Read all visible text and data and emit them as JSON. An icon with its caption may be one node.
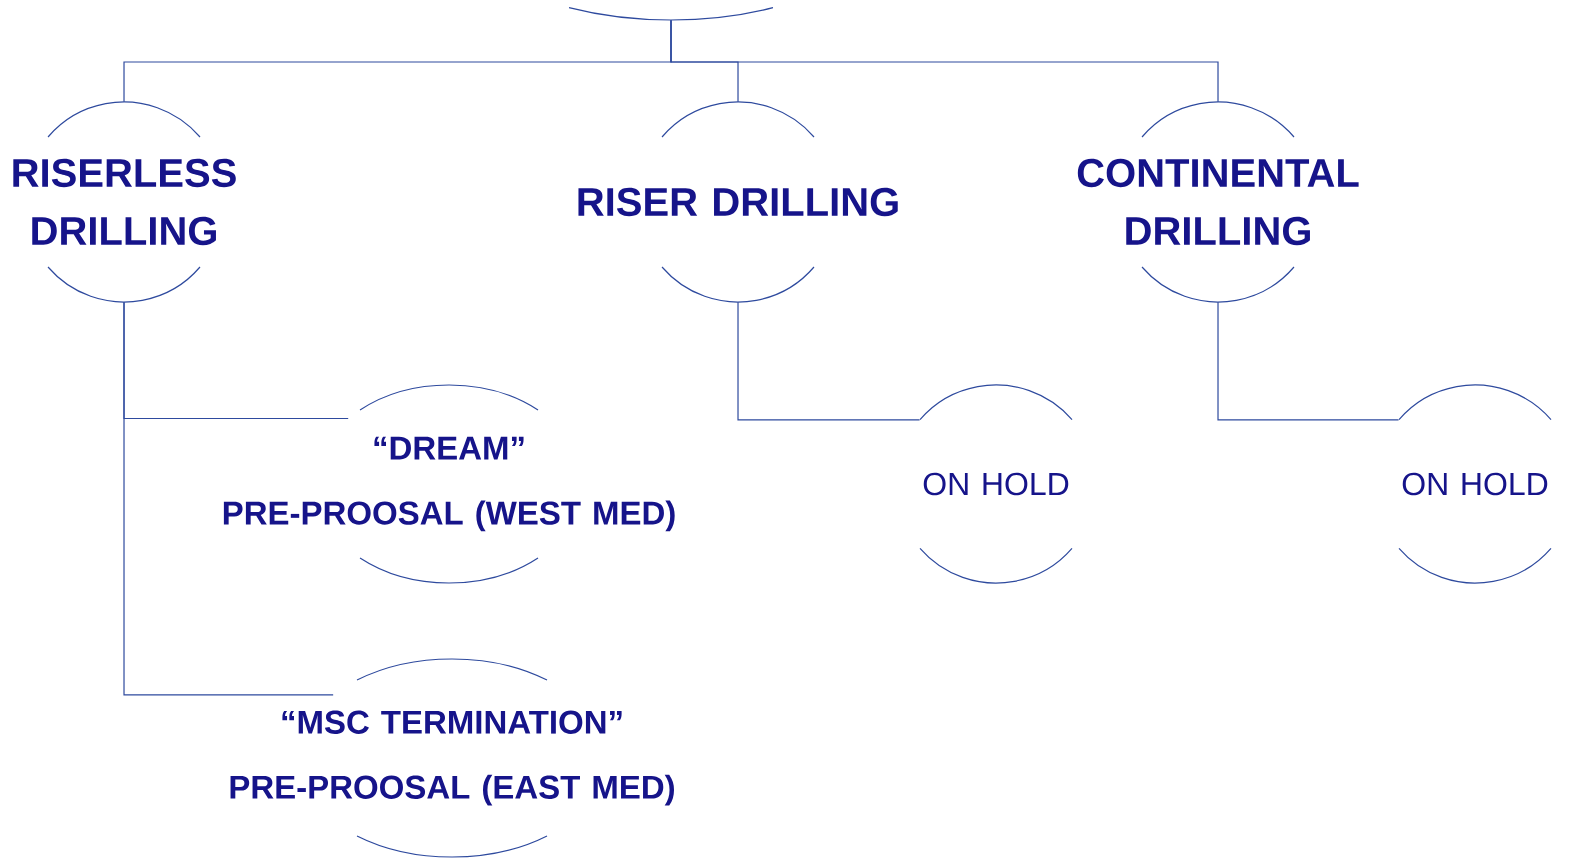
{
  "diagram": {
    "nodes": [
      {
        "text": [],
        "shape": "circle"
      },
      {
        "text": [
          "RISERLESS DRILLING"
        ]
      },
      {
        "text": [
          "RISER DRILLING"
        ]
      },
      {
        "text": [
          "CONTINENTAL DRILLING"
        ]
      },
      {
        "text": [
          "“DREAM”",
          "PRE-PROOSAL (WEST MED)"
        ]
      },
      {
        "text": [
          "ON HOLD"
        ]
      },
      {
        "text": [
          "ON HOLD"
        ]
      },
      {
        "text": [
          "“MSC TERMINATION”",
          "PRE-PROOSAL (EAST MED)"
        ]
      }
    ],
    "edges": [
      {
        "from": 0,
        "to": 1,
        "arrow": "none"
      },
      {
        "from": 0,
        "to": 2,
        "arrow": "none"
      },
      {
        "from": 0,
        "to": 3,
        "arrow": "none"
      },
      {
        "from": 1,
        "to": 4,
        "arrow": "none"
      },
      {
        "from": 1,
        "to": 7,
        "arrow": "none"
      },
      {
        "from": 2,
        "to": 5,
        "arrow": "none"
      },
      {
        "from": 3,
        "to": 6,
        "arrow": "none"
      }
    ]
  }
}
